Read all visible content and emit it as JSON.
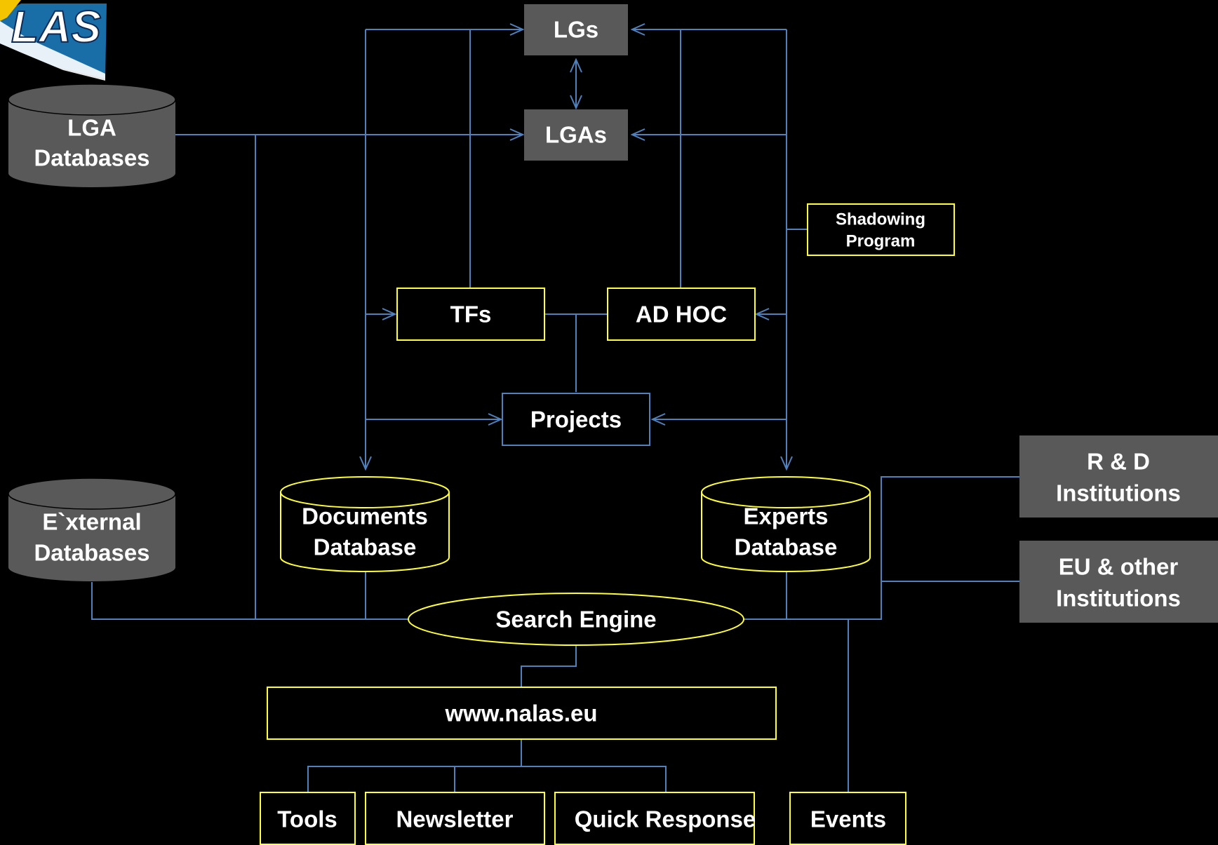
{
  "logo": {
    "text": "NALAS",
    "visible_text": "LAS"
  },
  "nodes": {
    "lgs": "LGs",
    "lgas": "LGAs",
    "lga_databases": [
      "LGA",
      "Databases"
    ],
    "shadowing_program": [
      "Shadowing",
      "Program"
    ],
    "tfs": "TFs",
    "ad_hoc": "AD HOC",
    "projects": "Projects",
    "documents_database": [
      "Documents",
      "Database"
    ],
    "experts_database": [
      "Experts",
      "Database"
    ],
    "external_databases": [
      "E`xternal",
      "Databases"
    ],
    "rd_institutions": [
      "R & D",
      "Institutions"
    ],
    "eu_institutions": [
      "EU & other",
      "Institutions"
    ],
    "search_engine": "Search Engine",
    "website": "www.nalas.eu",
    "tools": "Tools",
    "newsletter": "Newsletter",
    "quick_response": "Quick Response",
    "events": "Events"
  },
  "colors": {
    "background": "#000000",
    "connector": "#4f81bd",
    "box_outline": "#ffff33",
    "grey_fill": "#595959",
    "logo_blue": "#1a6ea8",
    "logo_yellow": "#f5c400"
  }
}
